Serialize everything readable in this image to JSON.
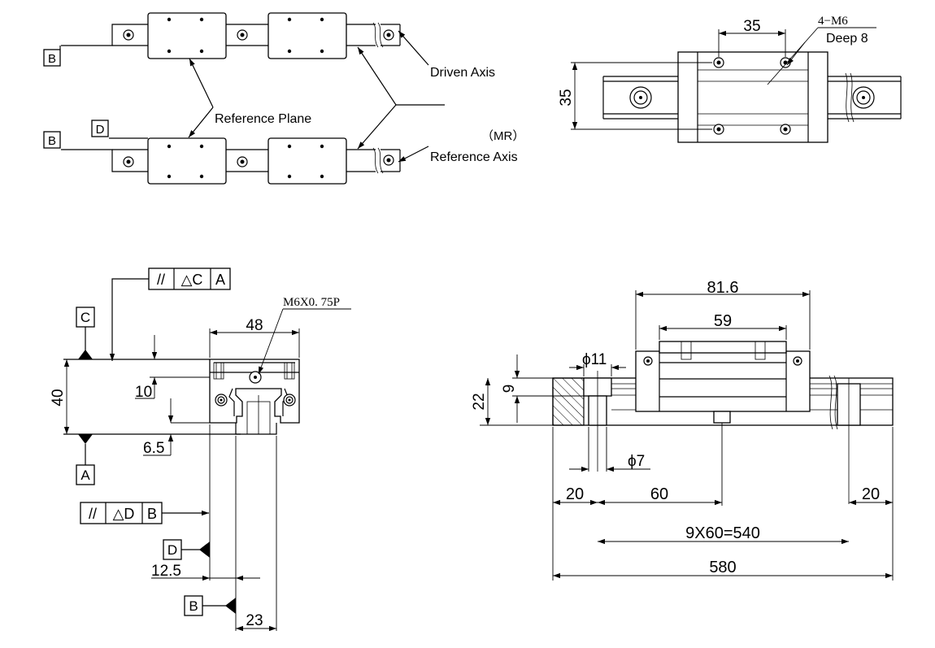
{
  "colors": {
    "line": "#000000",
    "background": "#ffffff"
  },
  "top_left": {
    "datum_b_top": "B",
    "datum_b_bottom": "B",
    "datum_d": "D",
    "driven_axis": "Driven Axis",
    "reference_plane": "Reference Plane",
    "mr": "（MR）",
    "reference_axis": "Reference Axis"
  },
  "top_right": {
    "dim_35_h": "35",
    "dim_35_v": "35",
    "note_thread": "4−M6",
    "note_deep": "Deep 8"
  },
  "bottom_left": {
    "fcf_top": {
      "symbol": "//",
      "tol": "△C",
      "datum": "A"
    },
    "fcf_bottom": {
      "symbol": "//",
      "tol": "△D",
      "datum": "B"
    },
    "datum_c": "C",
    "datum_a": "A",
    "datum_d": "D",
    "datum_b": "B",
    "dim_48": "48",
    "thread_note": "M6X0. 75P",
    "dim_10": "10",
    "dim_40": "40",
    "dim_6_5": "6.5",
    "dim_12_5": "12.5",
    "dim_23": "23"
  },
  "bottom_right": {
    "dim_81_6": "81.6",
    "dim_59": "59",
    "dim_dia11": "ϕ11",
    "dim_9": "9",
    "dim_22": "22",
    "dim_dia7": "ϕ7",
    "dim_20_left": "20",
    "dim_60": "60",
    "dim_20_right": "20",
    "dim_pitch": "9X60=540",
    "dim_580": "580"
  }
}
